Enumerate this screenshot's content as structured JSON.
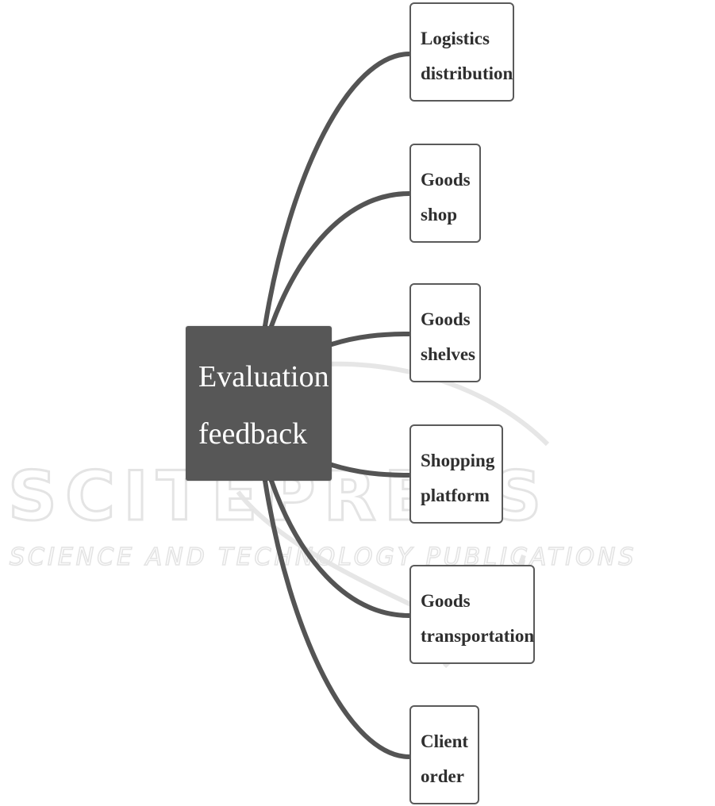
{
  "diagram": {
    "central": {
      "label": "Evaluation\nfeedback"
    },
    "branches": [
      {
        "label": "Logistics\ndistribution"
      },
      {
        "label": "Goods\nshop"
      },
      {
        "label": "Goods\nshelves"
      },
      {
        "label": "Shopping\nplatform"
      },
      {
        "label": "Goods\ntransportation"
      },
      {
        "label": "Client\norder"
      }
    ]
  },
  "watermark": {
    "main": "SCITEPRESS",
    "sub": "SCIENCE AND TECHNOLOGY PUBLICATIONS"
  },
  "colors": {
    "central_fill": "#575757",
    "connector": "#545454",
    "leaf_border": "#5a5a5a",
    "leaf_text": "#2f2f2f",
    "watermark": "#e4e4e4"
  }
}
